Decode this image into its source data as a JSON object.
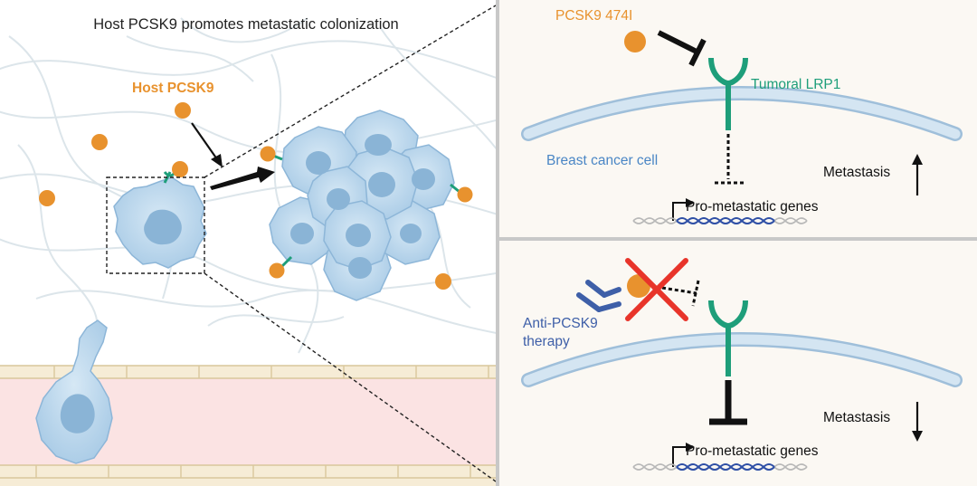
{
  "left_panel": {
    "title": "Host PCSK9 promotes metastatic colonization",
    "host_label": "Host PCSK9"
  },
  "top_right": {
    "mutant_label": "PCSK9 474I",
    "receptor_label": "Tumoral LRP1",
    "cell_label": "Breast cancer cell",
    "metastasis_label": "Metastasis",
    "metastasis_direction": "up",
    "genes_label": "Pro-metastatic genes"
  },
  "bottom_right": {
    "therapy_label_line1": "Anti-PCSK9",
    "therapy_label_line2": "therapy",
    "metastasis_label": "Metastasis",
    "metastasis_direction": "down",
    "genes_label": "Pro-metastatic genes"
  },
  "colors": {
    "pcsk9": "#E8922E",
    "lrp1": "#1E9E7A",
    "cell_text": "#4A86C5",
    "antibody": "#3E5FA8",
    "blocked": "#E8342A",
    "membrane": "#B7D3EA"
  }
}
